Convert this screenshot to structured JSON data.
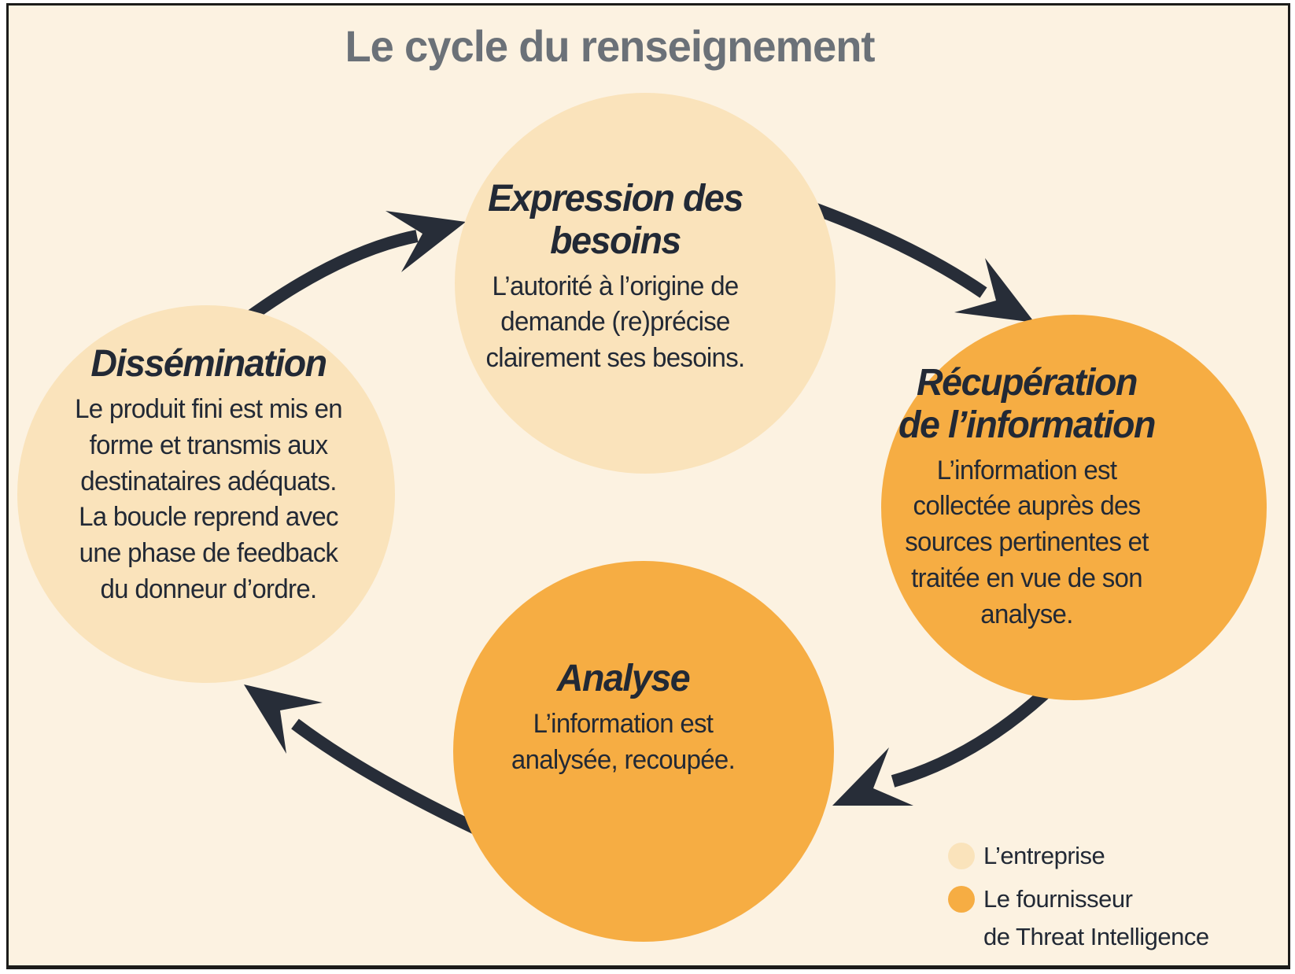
{
  "title": "Le cycle du renseignement",
  "stages": {
    "expression": {
      "heading_lines": [
        "Expression des",
        "besoins"
      ],
      "body_lines": [
        "L’autorité à l’origine de",
        "demande (re)précise",
        "clairement ses besoins."
      ]
    },
    "recuperation": {
      "heading_lines": [
        "Récupération",
        "de l’information"
      ],
      "body_lines": [
        "L’information est",
        "collectée auprès des",
        "sources pertinentes et",
        "traitée en vue de son",
        "analyse."
      ]
    },
    "analyse": {
      "heading_lines": [
        "Analyse"
      ],
      "body_lines": [
        "L’information est",
        "analysée, recoupée."
      ]
    },
    "dissemination": {
      "heading_lines": [
        "Dissémination"
      ],
      "body_lines": [
        "Le produit fini est mis en",
        "forme et transmis aux",
        "destinataires adéquats.",
        "La boucle reprend avec",
        "une phase de feedback",
        "du donneur d’ordre."
      ]
    }
  },
  "legend": {
    "items": [
      {
        "key": "entreprise",
        "label_lines": [
          "L’entreprise"
        ]
      },
      {
        "key": "fournisseur",
        "label_lines": [
          "Le fournisseur",
          "de Threat Intelligence"
        ]
      }
    ]
  },
  "colors": {
    "background": "#FCF2E1",
    "entreprise": "#FAE3BB",
    "fournisseur": "#F6AD43",
    "arrow": "#272D38",
    "text": "#222935",
    "title": "#6B7178",
    "border": "#1C1C1A"
  }
}
